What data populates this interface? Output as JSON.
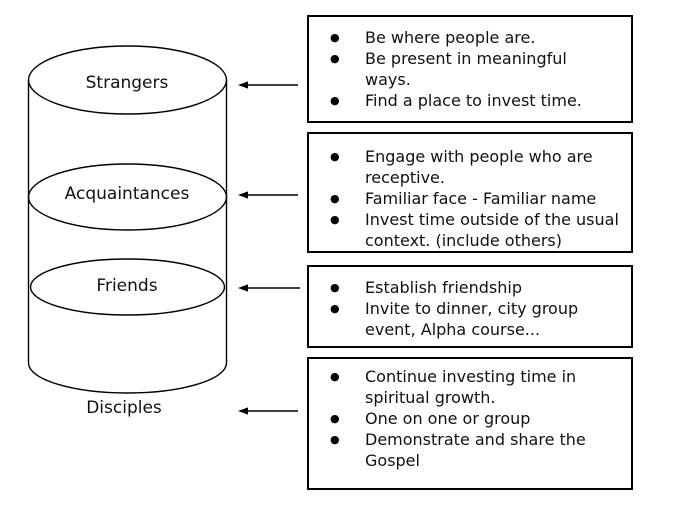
{
  "tiers": [
    {
      "label": "Strangers"
    },
    {
      "label": "Acquaintances"
    },
    {
      "label": "Friends"
    },
    {
      "label": "Disciples"
    }
  ],
  "boxes": [
    {
      "bullets": [
        "Be where people are.",
        "Be present in meaningful ways.",
        "Find a place to invest time."
      ]
    },
    {
      "bullets": [
        "Engage with people who are receptive.",
        "Familiar face - Familiar name",
        "Invest time outside of the usual context. (include others)"
      ]
    },
    {
      "bullets": [
        "Establish friendship",
        "Invite to dinner, city group event, Alpha course..."
      ]
    },
    {
      "bullets": [
        "Continue investing time in spiritual growth.",
        "One on one or group",
        "Demonstrate and share the Gospel"
      ]
    }
  ],
  "icons": {
    "bullet": "●"
  },
  "colors": {
    "stroke": "#000000",
    "background": "#ffffff",
    "text": "#111111"
  }
}
